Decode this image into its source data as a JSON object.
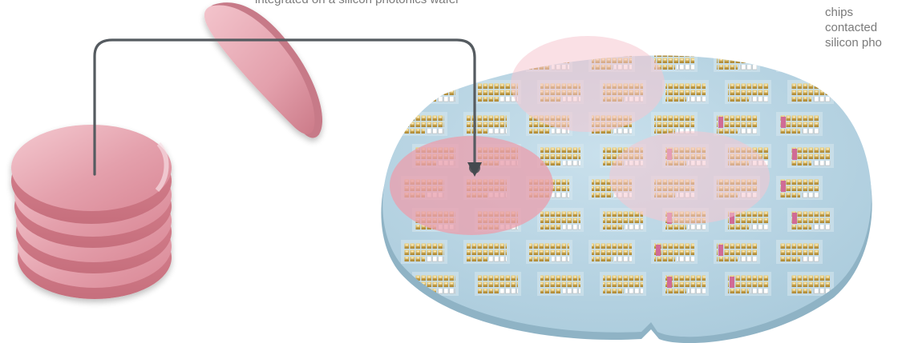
{
  "top_caption": "integrated on a silicon photonics wafer",
  "side_note": {
    "lines": [
      "chips",
      "contacted",
      "silicon pho"
    ]
  },
  "colors": {
    "wafer_pink": "#de8f9c",
    "wafer_pink_light": "#efc1c9",
    "target_wafer": "#b9d6e4",
    "target_rim": "#9ec3d6",
    "chip_gold": "#c9a24a",
    "chip_pink": "#d06b96",
    "transfer_line": "#555b60"
  },
  "icons": [
    "transfer-arrow-icon"
  ]
}
